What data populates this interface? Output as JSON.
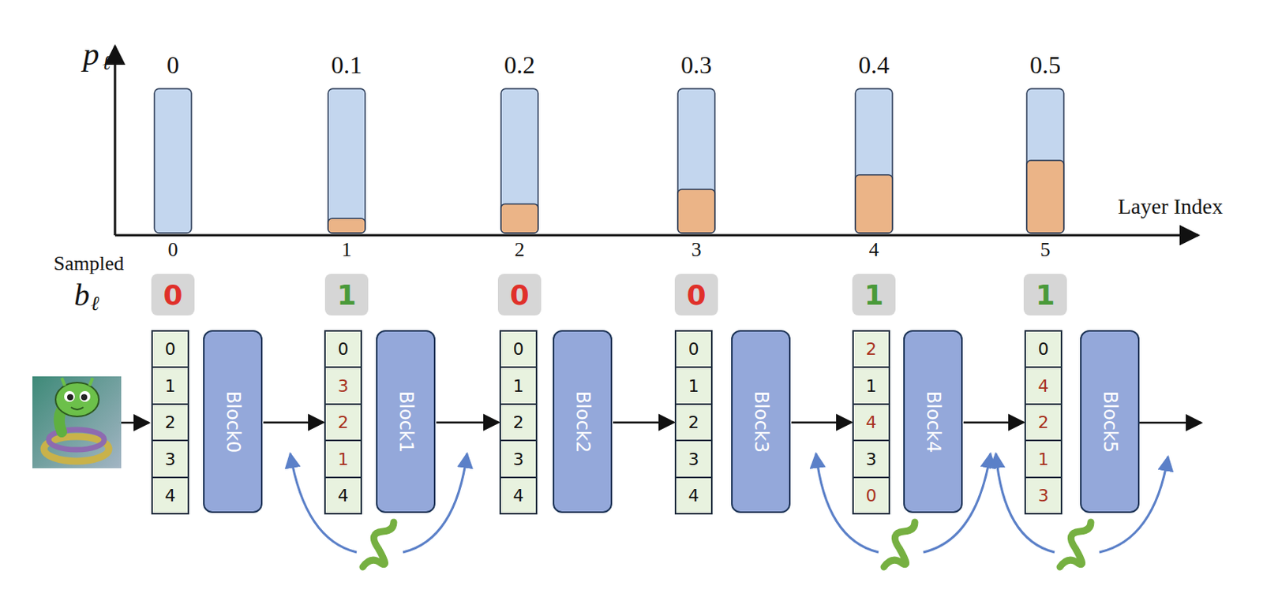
{
  "diagram": {
    "nodes": [
      {
        "text": [
          "0"
        ]
      },
      {
        "text": [
          "0"
        ]
      },
      {
        "text": [
          "1"
        ]
      },
      {
        "text": [
          "2"
        ]
      },
      {
        "text": [
          "3"
        ]
      },
      {
        "text": [
          "4"
        ]
      },
      {
        "text": [
          "Block0"
        ]
      },
      {
        "text": [
          "1"
        ]
      },
      {
        "text": [
          "0"
        ]
      },
      {
        "text": [
          "3"
        ]
      },
      {
        "text": [
          "2"
        ]
      },
      {
        "text": [
          "1"
        ]
      },
      {
        "text": [
          "4"
        ]
      },
      {
        "text": [
          "Block1"
        ]
      },
      {
        "text": [
          "0"
        ]
      },
      {
        "text": [
          "0"
        ]
      },
      {
        "text": [
          "1"
        ]
      },
      {
        "text": [
          "2"
        ]
      },
      {
        "text": [
          "3"
        ]
      },
      {
        "text": [
          "4"
        ]
      },
      {
        "text": [
          "Block2"
        ]
      },
      {
        "text": [
          "0"
        ]
      },
      {
        "text": [
          "0"
        ]
      },
      {
        "text": [
          "1"
        ]
      },
      {
        "text": [
          "2"
        ]
      },
      {
        "text": [
          "3"
        ]
      },
      {
        "text": [
          "4"
        ]
      },
      {
        "text": [
          "Block3"
        ]
      },
      {
        "text": [
          "1"
        ]
      },
      {
        "text": [
          "2"
        ]
      },
      {
        "text": [
          "1"
        ]
      },
      {
        "text": [
          "4"
        ]
      },
      {
        "text": [
          "3"
        ]
      },
      {
        "text": [
          "0"
        ]
      },
      {
        "text": [
          "Block4"
        ]
      },
      {
        "text": [
          "1"
        ]
      },
      {
        "text": [
          "0"
        ]
      },
      {
        "text": [
          "4"
        ]
      },
      {
        "text": [
          "2"
        ]
      },
      {
        "text": [
          "1"
        ]
      },
      {
        "text": [
          "3"
        ]
      },
      {
        "text": [
          "Block5"
        ]
      }
    ],
    "edges": [
      {
        "from": 6,
        "to": 10,
        "arrow": "to"
      },
      {
        "from": 13,
        "to": 17,
        "arrow": "to"
      },
      {
        "from": 20,
        "to": 24,
        "arrow": "to"
      },
      {
        "from": 27,
        "to": 31,
        "arrow": "to"
      },
      {
        "from": 34,
        "to": 38,
        "arrow": "to"
      }
    ],
    "labels": [
      "p",
      "ℓ",
      "0",
      "0.1",
      "0.2",
      "0.3",
      "0.4",
      "0.5",
      "Layer Index",
      "0",
      "1",
      "2",
      "3",
      "4",
      "5",
      "Sampled",
      "b",
      "ℓ"
    ]
  }
}
